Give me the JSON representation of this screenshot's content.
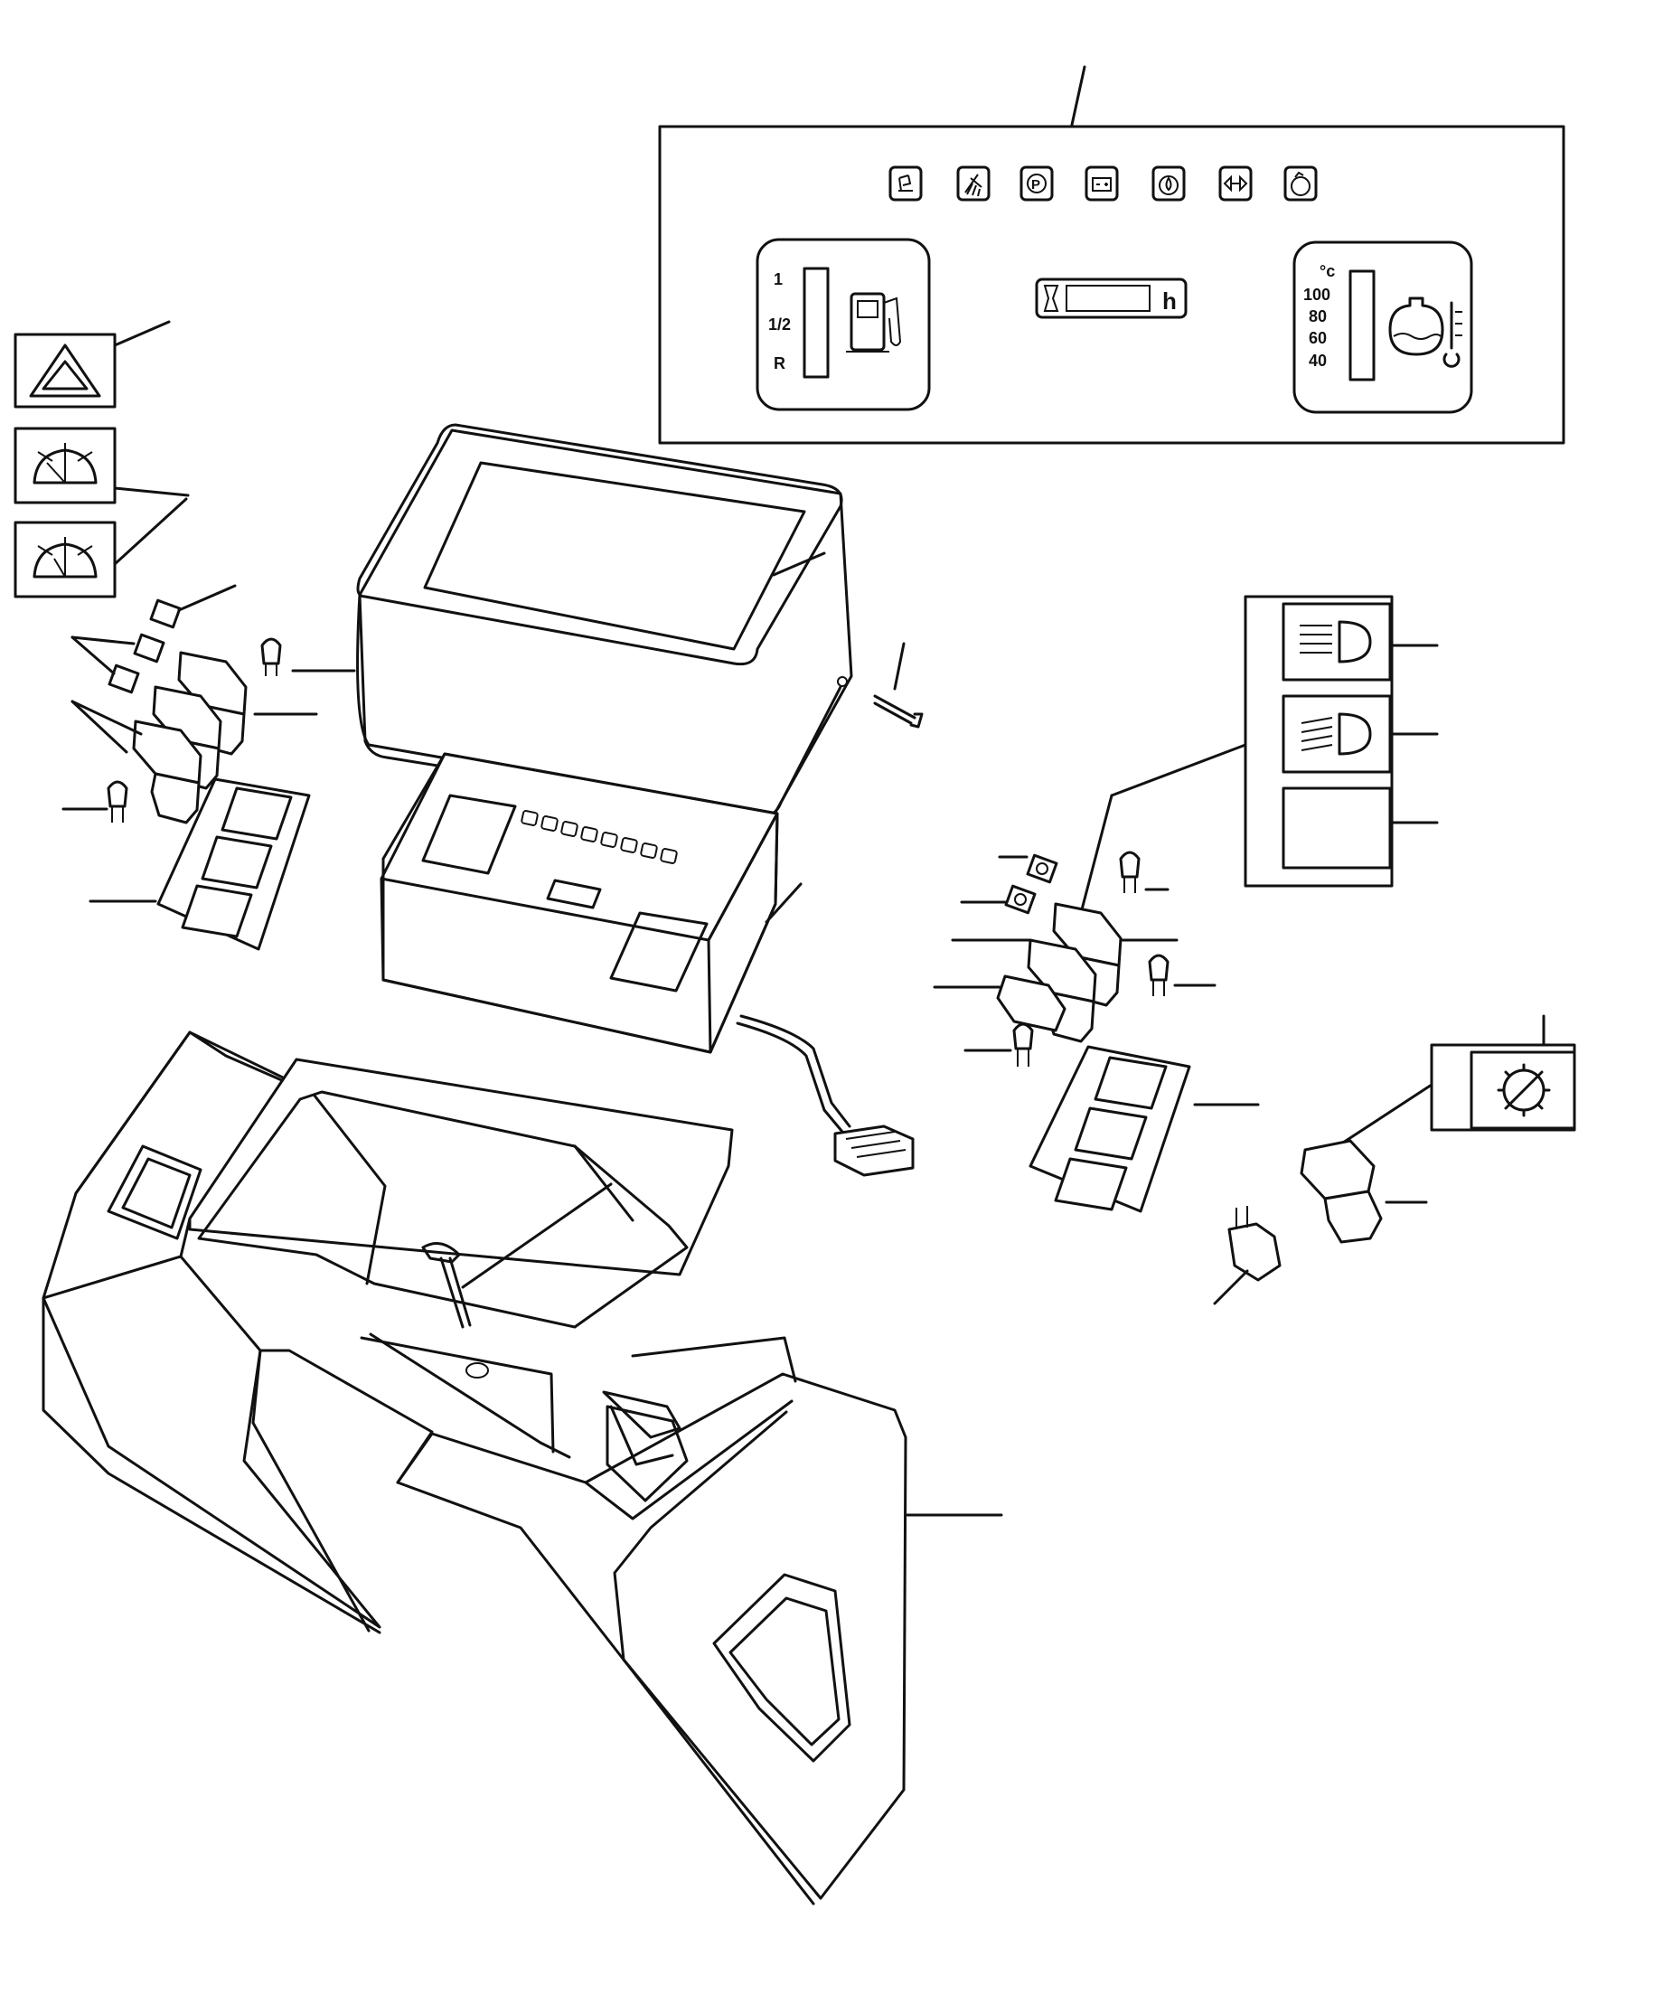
{
  "fuel_gauge": {
    "scale": [
      "1",
      "1/2",
      "R"
    ]
  },
  "hour_meter": {
    "unit": "h"
  },
  "temp_gauge": {
    "unit": "°c",
    "scale": [
      "100",
      "80",
      "60",
      "40"
    ]
  },
  "icons": {
    "warning_lights": [
      "seat-icon",
      "shower-icon",
      "parking-brake-icon",
      "battery-icon",
      "oil-drop-icon",
      "turn-signal-icon",
      "engine-icon"
    ],
    "decals_left": [
      "hazard-triangle-icon",
      "front-wiper-icon",
      "rear-wiper-icon"
    ],
    "decals_right": [
      "low-beam-icon",
      "high-beam-icon",
      "blank-decal-icon"
    ],
    "decal_single": "gear-icon"
  }
}
